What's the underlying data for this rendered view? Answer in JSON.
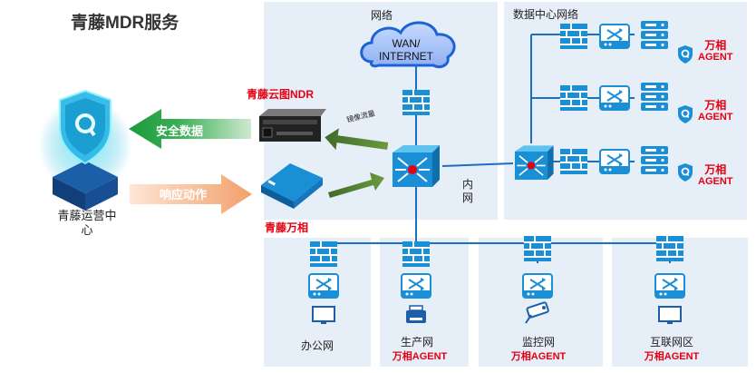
{
  "title": "青藤MDR服务",
  "left": {
    "soc_label": "青藤运营中\n心",
    "arrow_secure_data": "安全数据",
    "arrow_response": "响应动作"
  },
  "network": {
    "zone_label": "网络",
    "cloud_label": "WAN/\nINTERNET",
    "ndr_label": "青藤云图NDR",
    "wanxiang_label": "青藤万相",
    "mirror_label": "镜像流量",
    "intranet_label": "内\n网"
  },
  "datacenter": {
    "zone_label": "数据中心网络",
    "agents": [
      {
        "brand": "万相",
        "tag": "AGENT"
      },
      {
        "brand": "万相",
        "tag": "AGENT"
      },
      {
        "brand": "万相",
        "tag": "AGENT"
      }
    ]
  },
  "subnets": [
    {
      "name": "办公网",
      "brand": "",
      "tag": "",
      "device": "monitor-icon"
    },
    {
      "name": "生产网",
      "brand": "万相",
      "tag": "AGENT",
      "device": "printer-icon"
    },
    {
      "name": "监控网",
      "brand": "万相",
      "tag": "AGENT",
      "device": "camera-icon"
    },
    {
      "name": "互联网区",
      "brand": "万相",
      "tag": "AGENT",
      "device": "monitor-icon"
    }
  ],
  "colors": {
    "zone_bg": "#e6eef8",
    "device_blue": "#1a8fd6",
    "line_blue": "#1e6fc0",
    "red_text": "#e60012",
    "arrow_green": "#1d9a3c",
    "arrow_orange": "#f0a070",
    "arrow_olive": "#4d7a2e"
  }
}
